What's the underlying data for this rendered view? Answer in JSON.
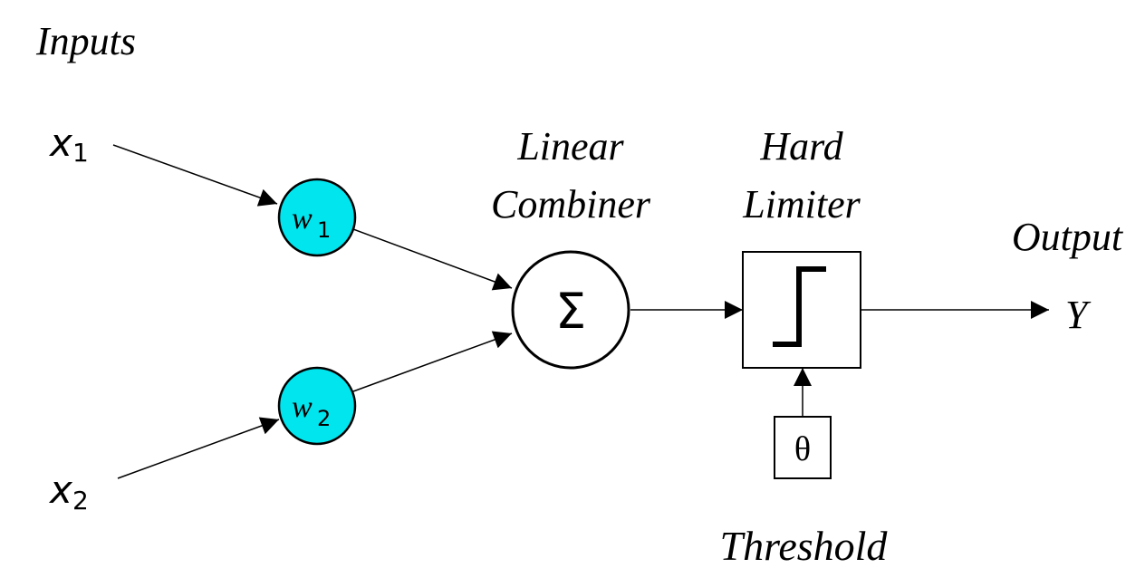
{
  "labels": {
    "inputs": "Inputs",
    "x1_base": "x",
    "x1_sub": "1",
    "x2_base": "x",
    "x2_sub": "2",
    "w1_base": "w",
    "w1_sub": "1",
    "w2_base": "w",
    "w2_sub": "2",
    "combiner_line1": "Linear",
    "combiner_line2": "Combiner",
    "sigma": "Σ",
    "limiter_line1": "Hard",
    "limiter_line2": "Limiter",
    "output": "Output",
    "y": "Y",
    "theta": "θ",
    "threshold": "Threshold"
  },
  "colors": {
    "weight_fill": "#00e5ee",
    "stroke": "#000000",
    "background": "#ffffff"
  }
}
